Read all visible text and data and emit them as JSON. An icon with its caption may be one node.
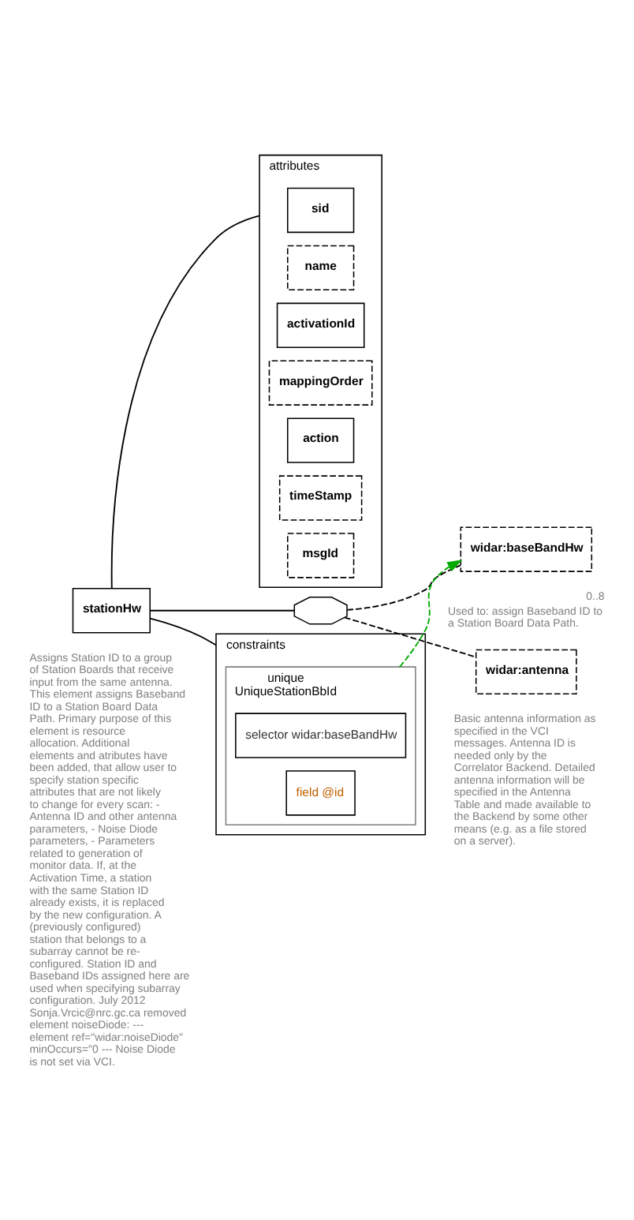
{
  "diagram": {
    "nodes": [
      {
        "text": [
          "stationHw"
        ],
        "beside": [
          "Assigns Station ID to a group of Station Boards that receive input from the same antenna. This element assigns Baseband ID to a Station Board Data Path. Primary purpose of this element is resource allocation. Additional elements and atributes have been added, that allow user to specify station specific attributes that are not likely to change for every scan: - Antenna ID and other antenna parameters, - Noise Diode parameters, - Parameters related to generation of monitor data. If, at the Activation Time, a station with the same Station ID already exists, it is replaced by the new configuration. A (previously configured) station that belongs to a subarray cannot be re-configured. Station ID and Baseband IDs assigned here are used when specifying subarray configuration. July 2012 Sonja.Vrcic@nrc.gc.ca removed element noiseDiode: --- element ref=\"widar:noiseDiode\" minOccurs=\"0 --- Noise Diode is not set via VCI."
        ]
      },
      {
        "text": [
          "attributes"
        ]
      },
      {
        "text": [
          "sid"
        ],
        "in": 1
      },
      {
        "text": [
          "name"
        ],
        "in": 1
      },
      {
        "text": [
          "activationId"
        ],
        "in": 1
      },
      {
        "text": [
          "mappingOrder"
        ],
        "in": 1
      },
      {
        "text": [
          "action"
        ],
        "in": 1
      },
      {
        "text": [
          "timeStamp"
        ],
        "in": 1
      },
      {
        "text": [
          "msgId"
        ],
        "in": 1
      },
      {
        "text": [],
        "shape": "octagon"
      },
      {
        "text": [
          "widar:baseBandHw"
        ],
        "beside": [
          "0..8",
          "Used to: assign Baseband ID to a Station Board Data Path."
        ]
      },
      {
        "text": [
          "widar:antenna"
        ],
        "beside": [
          "Basic antenna information as specified in the VCI messages. Antenna ID is needed only by the Correlator Backend. Detailed antenna information will be specified in the Antenna Table and made available to the Backend by some other means (e.g. as a file stored on a server)."
        ]
      },
      {
        "text": [
          "constraints"
        ]
      },
      {
        "text": [
          "unique",
          "UniqueStationBbId"
        ],
        "in": 12
      },
      {
        "text": [
          "selector widar:baseBandHw"
        ],
        "in": 13
      },
      {
        "text": [
          "field @id"
        ],
        "in": 13
      }
    ],
    "edges": [
      {
        "from": 0,
        "to": 1,
        "arrow": "none"
      },
      {
        "from": 0,
        "to": 9,
        "arrow": "none"
      },
      {
        "from": 0,
        "to": 12,
        "arrow": "none"
      },
      {
        "from": 9,
        "to": 10,
        "arrow": "none",
        "style": "dashed"
      },
      {
        "from": 9,
        "to": 11,
        "arrow": "none",
        "style": "dashed"
      },
      {
        "from": 13,
        "to": 10,
        "arrow": "to",
        "style": "dashed",
        "color": "#00aa00"
      }
    ]
  }
}
